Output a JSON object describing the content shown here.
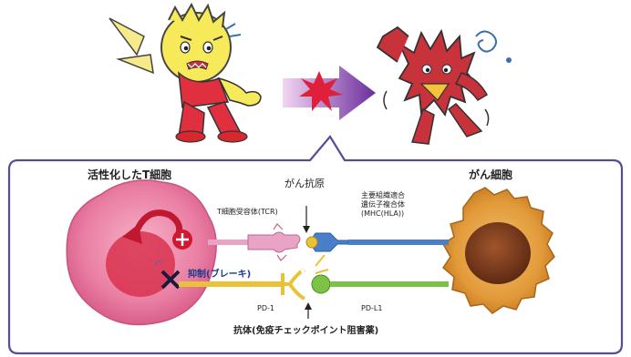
{
  "top": {
    "t_cell_character": "yellow-fighter-character",
    "cancer_character": "red-monster-character",
    "arrow": "purple-arrow-with-red-burst"
  },
  "panel": {
    "activated_t_cell_label": "活性化したT細胞",
    "cancer_cell_label": "がん細胞",
    "cancer_antigen_label": "がん抗原",
    "tcr_label": "T細胞受容体(TCR)",
    "mhc_lines": [
      "主要組織適合",
      "遺伝子複合体",
      "(MHC(HLA))"
    ],
    "brake_label": "抑制(ブレーキ)",
    "pd1_label": "PD-1",
    "pdl1_label": "PD-L1",
    "antibody_label": "抗体(免疫チェックポイント阻害薬)"
  },
  "colors": {
    "panel_border": "#5b4a9a",
    "t_cell_outer": "#e77aa0",
    "t_cell_nucleus": "#d8334d",
    "cancer_cell_outer": "#d98f2a",
    "cancer_cell_nucleus": "#7a3b1e",
    "tcr": "#e9a3c4",
    "mhc": "#4a7fc8",
    "pd1": "#e8c33a",
    "pdl1": "#7cc244",
    "arrow": "#7b3fa8",
    "burst": "#e0203a"
  }
}
